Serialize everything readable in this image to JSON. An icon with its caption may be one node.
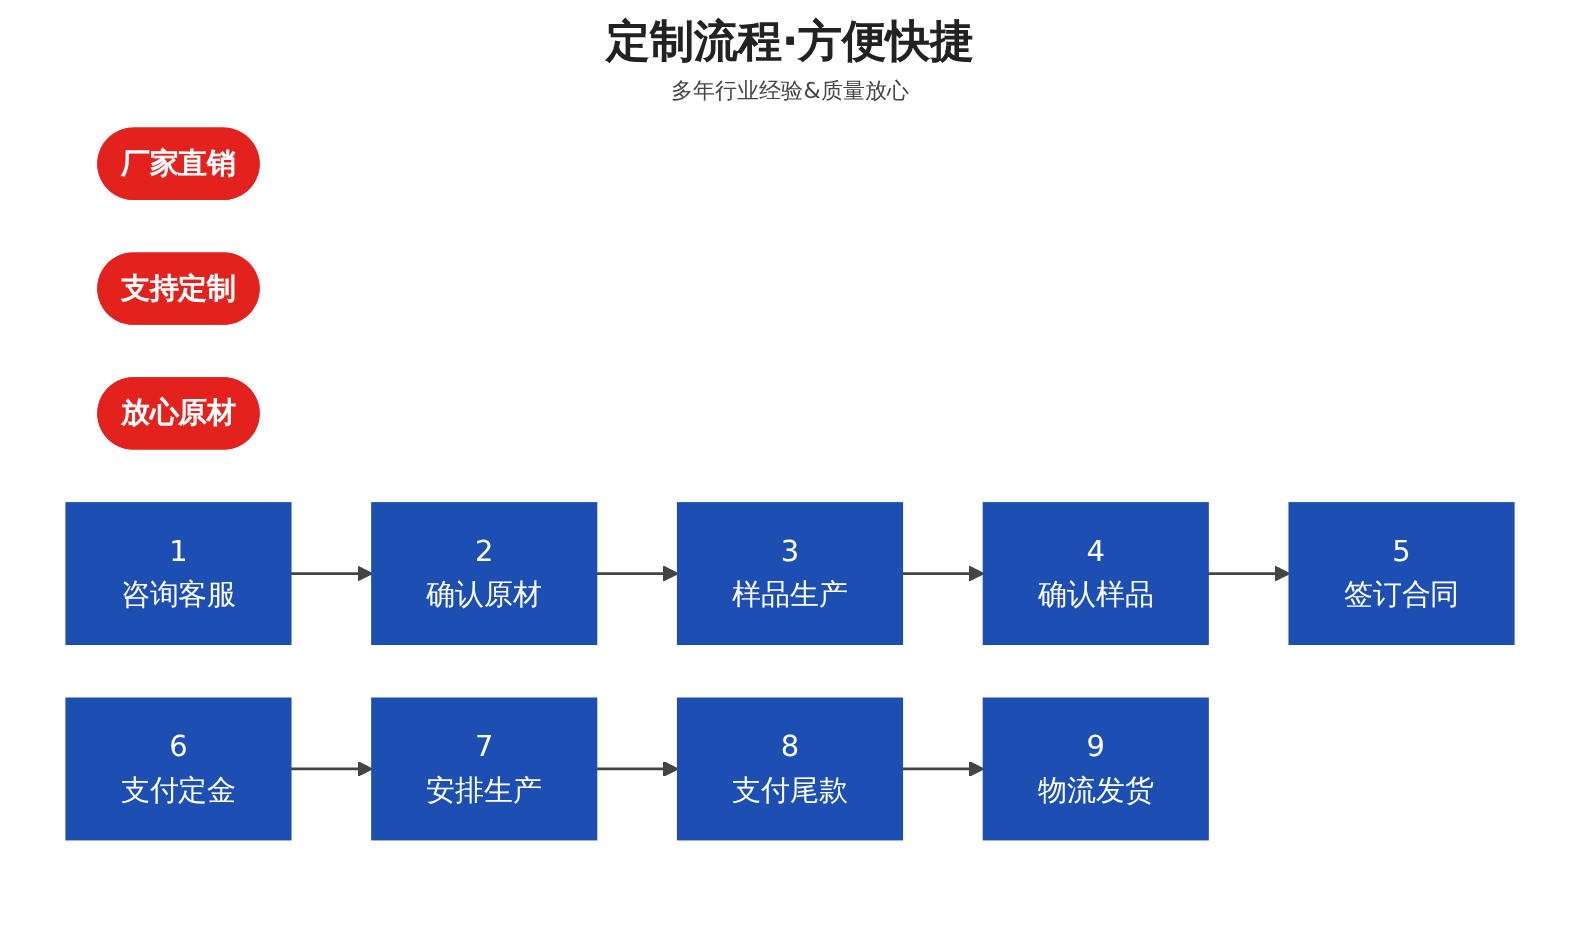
{
  "diagram": {
    "title": "定制流程·方便快捷",
    "nodes": [
      {
        "text": [
          "厂家直销"
        ]
      },
      {
        "text": [
          "支持定制"
        ]
      },
      {
        "text": [
          "放心原材"
        ]
      },
      {
        "text": [
          "1",
          "咨询客服"
        ]
      },
      {
        "text": [
          "2",
          "确认原材"
        ]
      },
      {
        "text": [
          "3",
          "样品生产"
        ]
      },
      {
        "text": [
          "4",
          "确认样品"
        ]
      },
      {
        "text": [
          "5",
          "签订合同"
        ]
      },
      {
        "text": [
          "6",
          "支付定金"
        ]
      },
      {
        "text": [
          "7",
          "安排生产"
        ]
      },
      {
        "text": [
          "8",
          "支付尾款"
        ]
      },
      {
        "text": [
          "9",
          "物流发货"
        ]
      }
    ],
    "edges": [
      {
        "from": 3,
        "to": 4,
        "arrow": "to"
      },
      {
        "from": 4,
        "to": 5,
        "arrow": "to"
      },
      {
        "from": 5,
        "to": 6,
        "arrow": "to"
      },
      {
        "from": 6,
        "to": 7,
        "arrow": "to"
      },
      {
        "from": 8,
        "to": 9,
        "arrow": "to"
      },
      {
        "from": 9,
        "to": 10,
        "arrow": "to"
      },
      {
        "from": 10,
        "to": 11,
        "arrow": "to"
      }
    ],
    "labels": [
      "多年行业经验&质量放心"
    ]
  }
}
